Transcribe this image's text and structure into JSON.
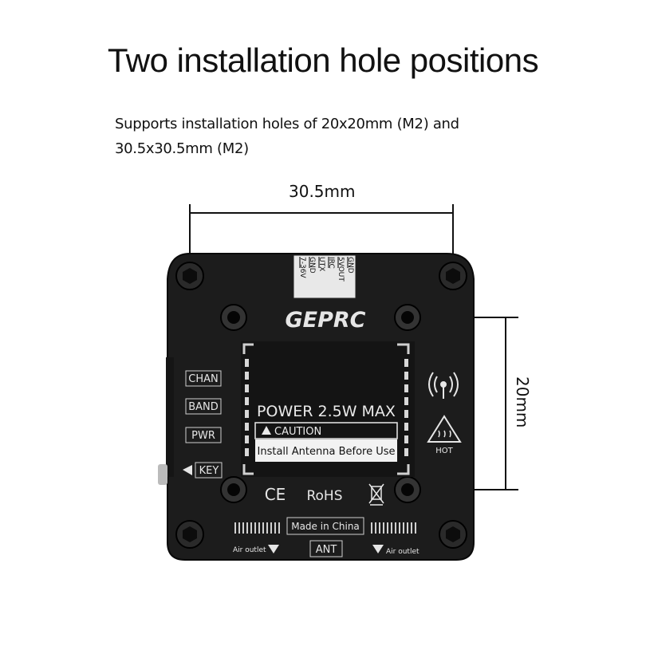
{
  "heading": "Two installation hole positions",
  "description_line1": "Supports installation holes of 20x20mm (M2) and",
  "description_line2": "30.5x30.5mm (M2)",
  "dimension_horizontal": "30.5mm",
  "dimension_vertical": "20mm",
  "device": {
    "brand": "GEPRC",
    "pins": [
      "GND",
      "5VOUT",
      "IRC",
      "UTX",
      "GND",
      "7-36V"
    ],
    "buttons": [
      "CHAN",
      "BAND",
      "PWR",
      "KEY"
    ],
    "power_text": "POWER 2.5W MAX",
    "caution_label": "CAUTION",
    "caution_text": "Install Antenna Before Use",
    "ce_mark": "CE",
    "rohs_text": "RoHS",
    "made_in": "Made in China",
    "air_outlet_left": "Air outlet",
    "air_outlet_right": "Air outlet",
    "ant_label": "ANT",
    "hot_label": "HOT"
  },
  "colors": {
    "body": "#1c1c1c",
    "body_edge": "#0d0d0d",
    "text_light": "#e6e6e6",
    "caution_bg": "#f2f2f2"
  }
}
